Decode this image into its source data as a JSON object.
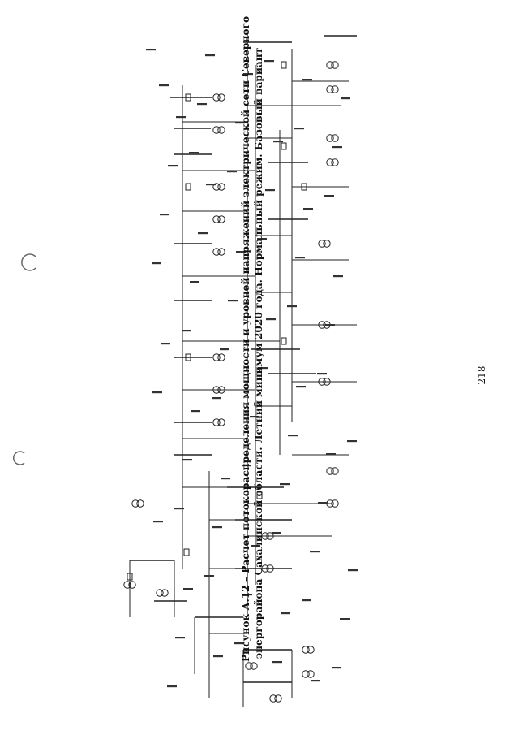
{
  "caption": {
    "line1": "Рисунок А.12 – Расчет потокораспределения мощности и уровней напряжений электрической сети Северного",
    "line2": "энергорайона Сахалинской области. Летний минимум 2020 года. Нормальный режим. Базовый вариант"
  },
  "page_number": "218"
}
